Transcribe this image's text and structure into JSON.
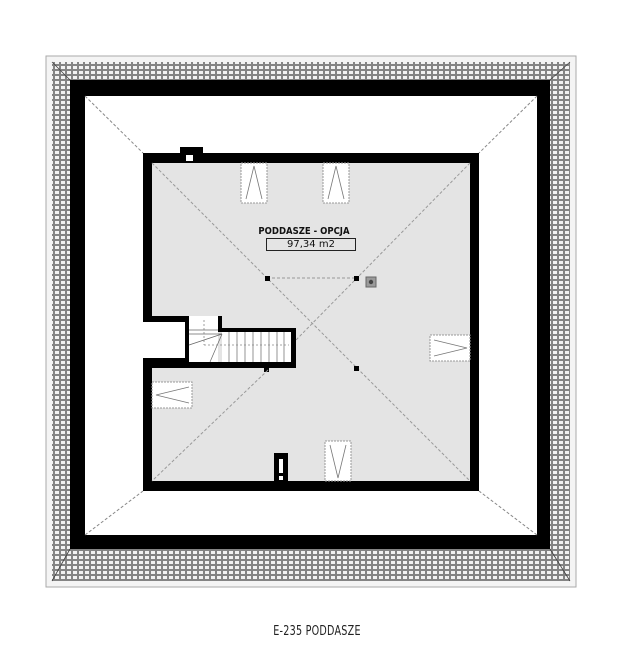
{
  "drawing": {
    "caption": "E-235 PODDASZE",
    "room": {
      "name": "PODDASZE - OPCJA",
      "area": "97,34 m2"
    },
    "colors": {
      "wall": "#000000",
      "floor": "#e4e4e4",
      "roof_tiles": "#d8d8d8",
      "dashed_lines": "#888888",
      "frame": "#bbbbbb"
    },
    "elements": [
      "roof-tiles-band",
      "outer-wall",
      "attic-room",
      "chimney",
      "staircase",
      "skylights",
      "ventilation-grille",
      "columns"
    ]
  }
}
